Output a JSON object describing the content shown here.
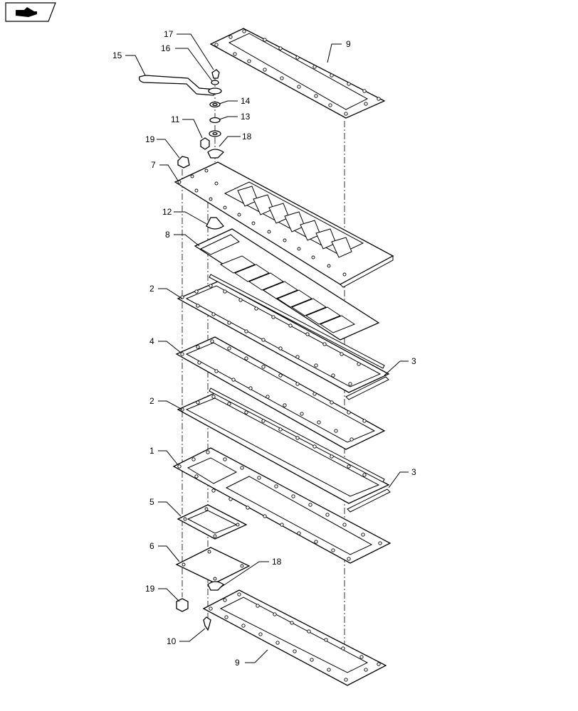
{
  "toolbar": {
    "nav_icon": "hand-pointing-icon"
  },
  "diagram": {
    "callouts": [
      "1",
      "2",
      "2",
      "3",
      "3",
      "4",
      "5",
      "6",
      "7",
      "8",
      "9",
      "9",
      "10",
      "11",
      "12",
      "13",
      "14",
      "15",
      "16",
      "17",
      "18",
      "18",
      "19",
      "19"
    ]
  },
  "colors": {
    "line": "#000000",
    "background": "#ffffff"
  }
}
